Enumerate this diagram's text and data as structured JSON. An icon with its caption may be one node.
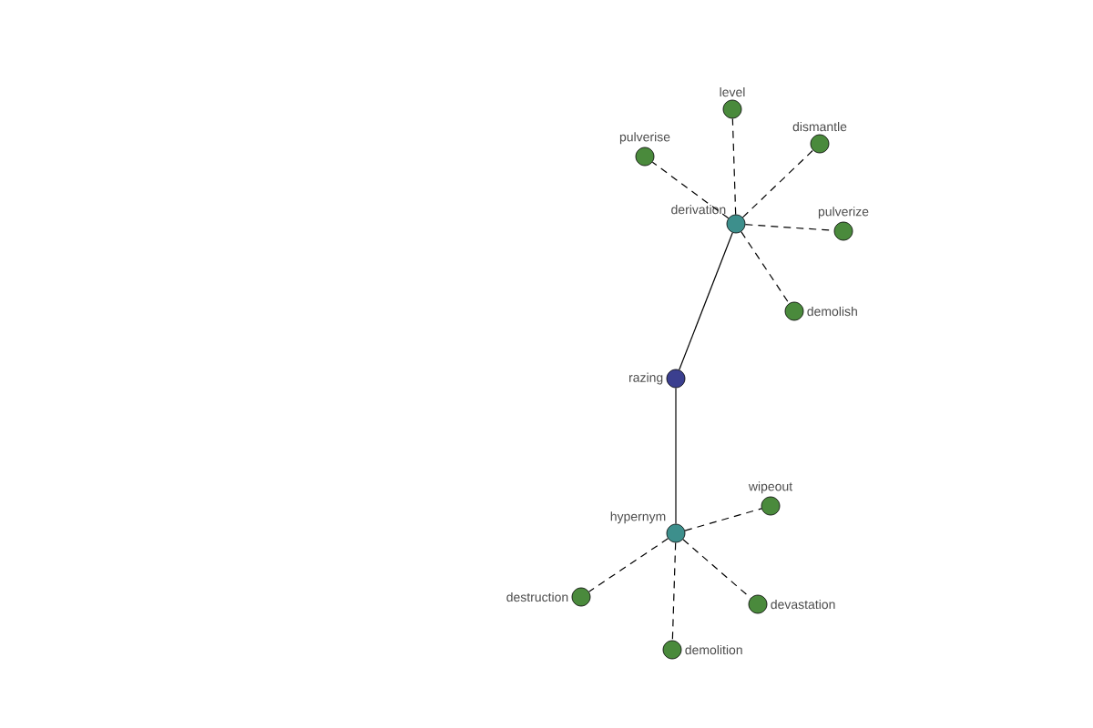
{
  "diagram": {
    "nodes": [
      {
        "text": [
          "razing"
        ]
      },
      {
        "text": [
          "derivation"
        ]
      },
      {
        "text": [
          "hypernym"
        ]
      },
      {
        "text": [
          "level"
        ]
      },
      {
        "text": [
          "dismantle"
        ]
      },
      {
        "text": [
          "pulverise"
        ]
      },
      {
        "text": [
          "pulverize"
        ]
      },
      {
        "text": [
          "demolish"
        ]
      },
      {
        "text": [
          "wipeout"
        ]
      },
      {
        "text": [
          "destruction"
        ]
      },
      {
        "text": [
          "demolition"
        ]
      },
      {
        "text": [
          "devastation"
        ]
      }
    ],
    "edges": [
      {
        "from": 0,
        "to": 1,
        "arrow": "none"
      },
      {
        "from": 0,
        "to": 2,
        "arrow": "none"
      },
      {
        "from": 1,
        "to": 3,
        "arrow": "none",
        "style": "dashed"
      },
      {
        "from": 1,
        "to": 4,
        "arrow": "none",
        "style": "dashed"
      },
      {
        "from": 1,
        "to": 5,
        "arrow": "none",
        "style": "dashed"
      },
      {
        "from": 1,
        "to": 6,
        "arrow": "none",
        "style": "dashed"
      },
      {
        "from": 1,
        "to": 7,
        "arrow": "none",
        "style": "dashed"
      },
      {
        "from": 2,
        "to": 8,
        "arrow": "none",
        "style": "dashed"
      },
      {
        "from": 2,
        "to": 9,
        "arrow": "none",
        "style": "dashed"
      },
      {
        "from": 2,
        "to": 10,
        "arrow": "none",
        "style": "dashed"
      },
      {
        "from": 2,
        "to": 11,
        "arrow": "none",
        "style": "dashed"
      }
    ]
  }
}
